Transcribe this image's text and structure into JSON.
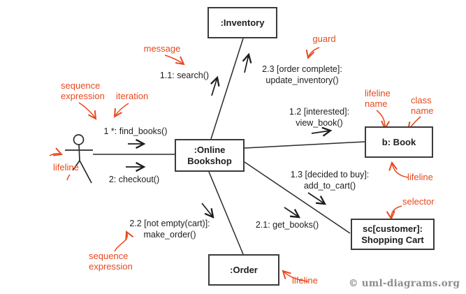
{
  "diagram": {
    "boxes": {
      "inventory": ":Inventory",
      "bookshop_line1": ":Online",
      "bookshop_line2": "Bookshop",
      "book": "b: Book",
      "cart_line1": "sc[customer]:",
      "cart_line2": "Shopping Cart",
      "order": ":Order"
    },
    "messages": {
      "find_books": "1 *: find_books()",
      "checkout": "2: checkout()",
      "search": "1.1: search()",
      "update_inventory_line1": "2.3 [order complete]:",
      "update_inventory_line2": "update_inventory()",
      "view_book_line1": "1.2 [interested]:",
      "view_book_line2": "view_book()",
      "add_to_cart_line1": "1.3 [decided to buy]:",
      "add_to_cart_line2": "add_to_cart()",
      "get_books": "2.1: get_books()",
      "make_order_line1": "2.2 [not empty(cart)]:",
      "make_order_line2": "make_order()"
    },
    "annotations": {
      "message": "message",
      "guard": "guard",
      "sequence": "sequence",
      "expression": "expression",
      "iteration": "iteration",
      "lifeline": "lifeline",
      "name": "name",
      "class": "class",
      "selector": "selector"
    },
    "colors": {
      "annotation_red": "#e8491d",
      "diagram_black": "#1d1d1d",
      "copyright_gray": "#8c8c8c"
    },
    "copyright": "© uml-diagrams.org"
  }
}
